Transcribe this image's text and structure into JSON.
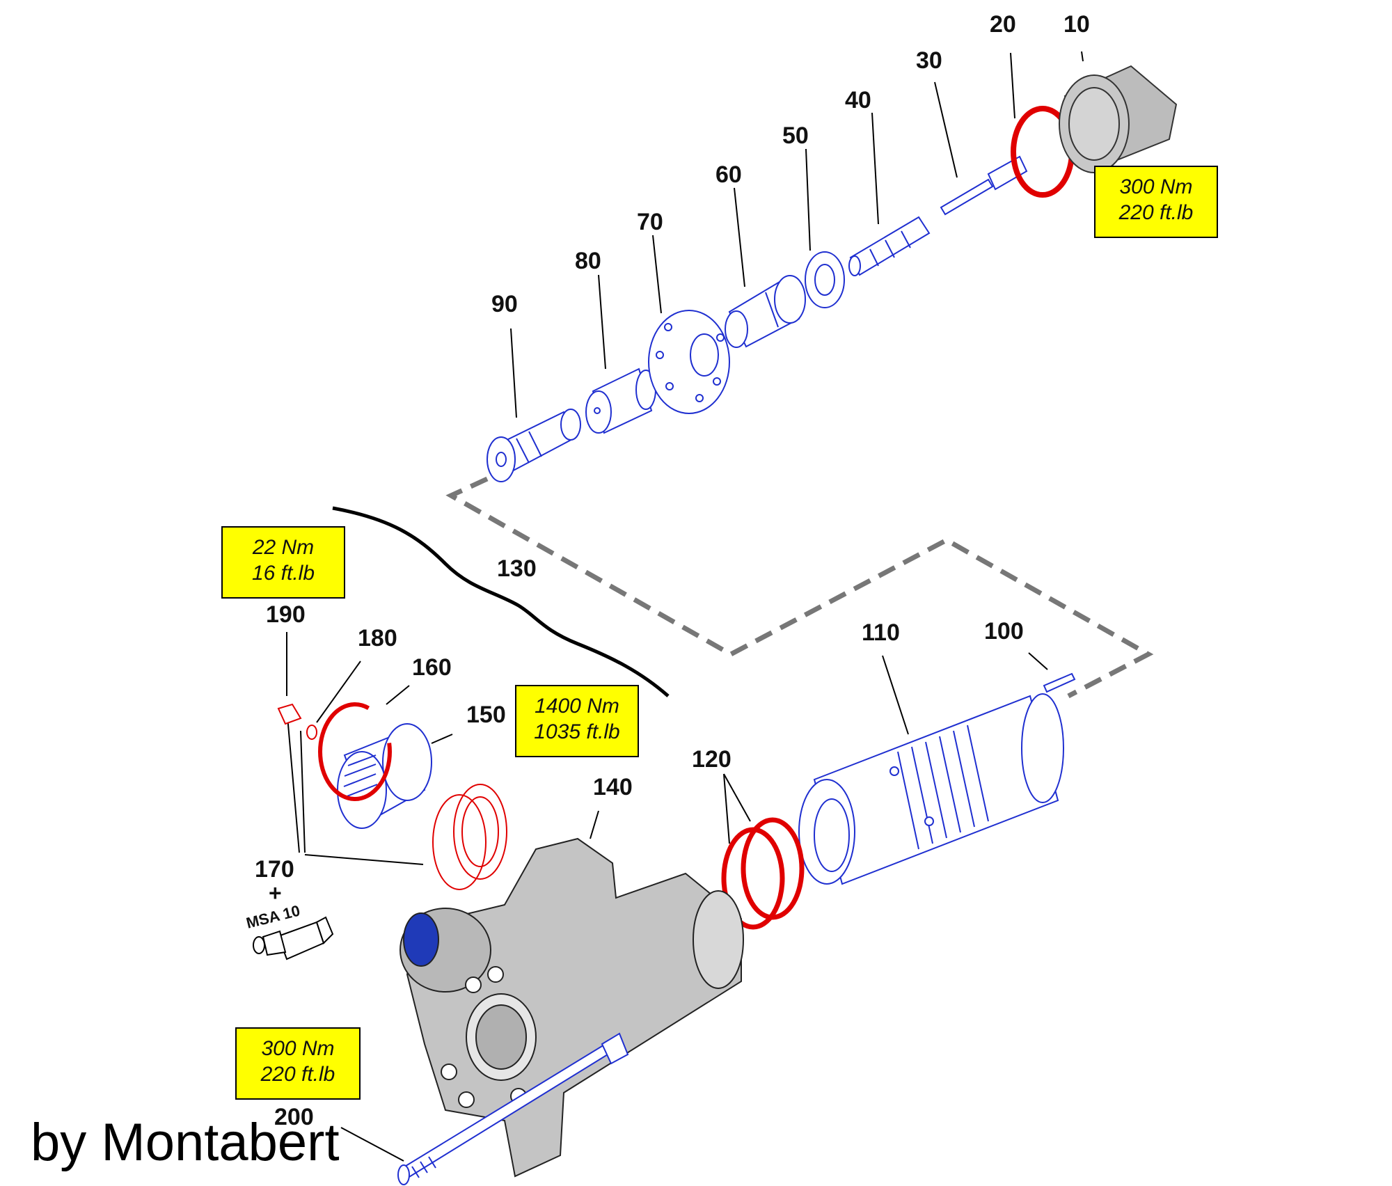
{
  "colors": {
    "blue_parts": "#1f2fd0",
    "red_seals": "#e00000",
    "grey_body": "#c4c4c4",
    "torque_bg": "#ffff00"
  },
  "part_labels": {
    "p10": "10",
    "p20": "20",
    "p30": "30",
    "p40": "40",
    "p50": "50",
    "p60": "60",
    "p70": "70",
    "p80": "80",
    "p90": "90",
    "p100": "100",
    "p110": "110",
    "p120": "120",
    "p130": "130",
    "p140": "140",
    "p150": "150",
    "p160": "160",
    "p170": "170",
    "p180": "180",
    "p190": "190",
    "p200": "200"
  },
  "lubricant": {
    "plus": "+",
    "name": "MSA 10"
  },
  "torque_specs": {
    "cap_10": {
      "nm": "300 Nm",
      "ftlb": "220 ft.lb"
    },
    "screw_190": {
      "nm": "22 Nm",
      "ftlb": "16 ft.lb"
    },
    "cover_150": {
      "nm": "1400 Nm",
      "ftlb": "1035 ft.lb"
    },
    "bolt_200": {
      "nm": "300 Nm",
      "ftlb": "220 ft.lb"
    }
  },
  "credit": "by Montabert"
}
